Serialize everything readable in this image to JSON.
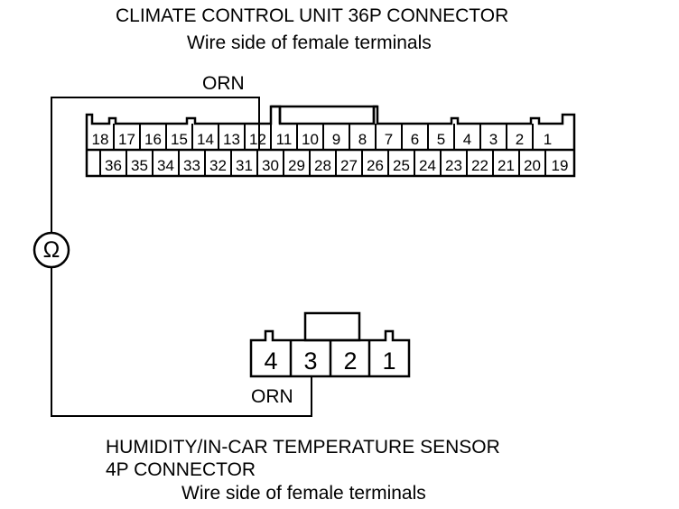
{
  "top_connector": {
    "title": "CLIMATE CONTROL UNIT 36P CONNECTOR",
    "subtitle": "Wire side of female terminals",
    "row1": [
      "18",
      "17",
      "16",
      "15",
      "14",
      "13",
      "12",
      "11",
      "10",
      "9",
      "8",
      "7",
      "6",
      "5",
      "4",
      "3",
      "2",
      "1"
    ],
    "row2": [
      "",
      "36",
      "35",
      "34",
      "33",
      "32",
      "31",
      "30",
      "29",
      "28",
      "27",
      "26",
      "25",
      "24",
      "23",
      "22",
      "21",
      "20",
      "19"
    ],
    "wire_label": "ORN"
  },
  "meter": {
    "symbol": "Ω",
    "icon": "ohmmeter-icon"
  },
  "bottom_connector": {
    "pins": [
      "4",
      "3",
      "2",
      "1"
    ],
    "wire_label": "ORN",
    "title_line1": "HUMIDITY/IN-CAR TEMPERATURE SENSOR",
    "title_line2": "4P CONNECTOR",
    "subtitle": "Wire side of female terminals"
  }
}
